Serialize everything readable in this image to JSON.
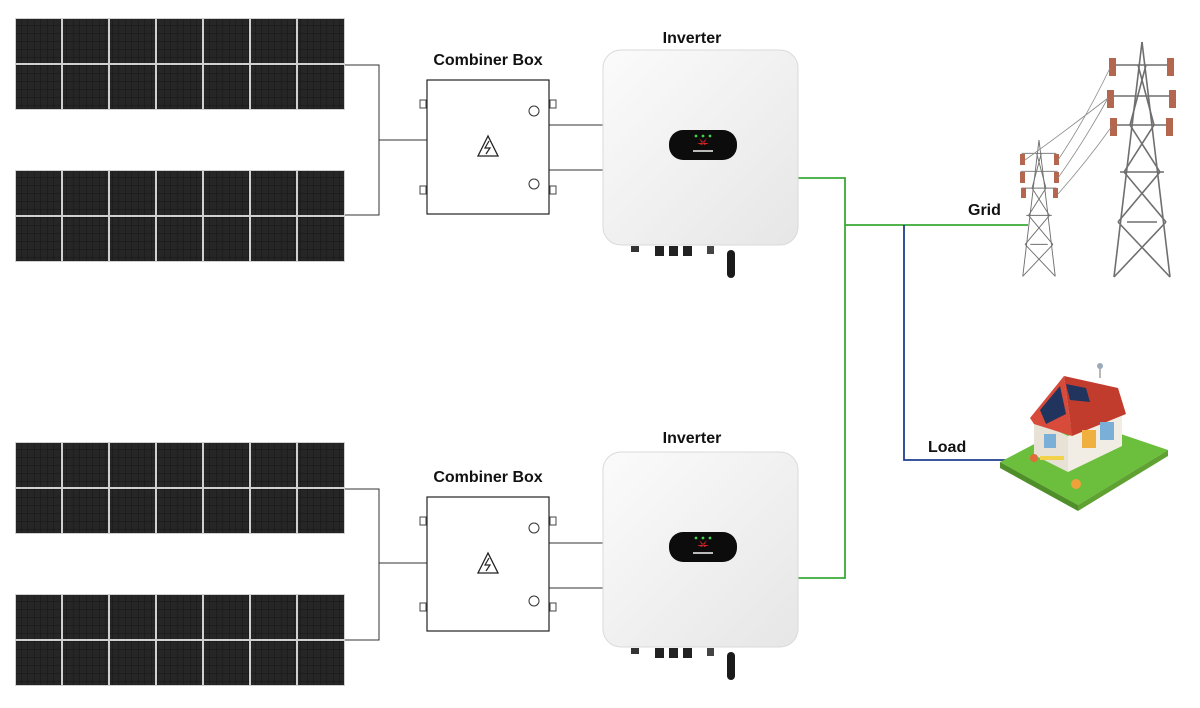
{
  "labels": {
    "combiner_box": "Combiner Box",
    "inverter": "Inverter",
    "grid": "Grid",
    "load": "Load",
    "brand": "HUAWEI"
  },
  "colors": {
    "ac_line": "#3aa935",
    "load_line": "#1f3f8f",
    "dc_line": "#333333",
    "panel_cell": "#1c1c1c",
    "panel_frame": "#cfcfcf"
  },
  "icons": [
    "solar-panel-icon",
    "high-voltage-warning-icon",
    "transmission-tower-icon",
    "house-icon",
    "huawei-logo-icon"
  ]
}
